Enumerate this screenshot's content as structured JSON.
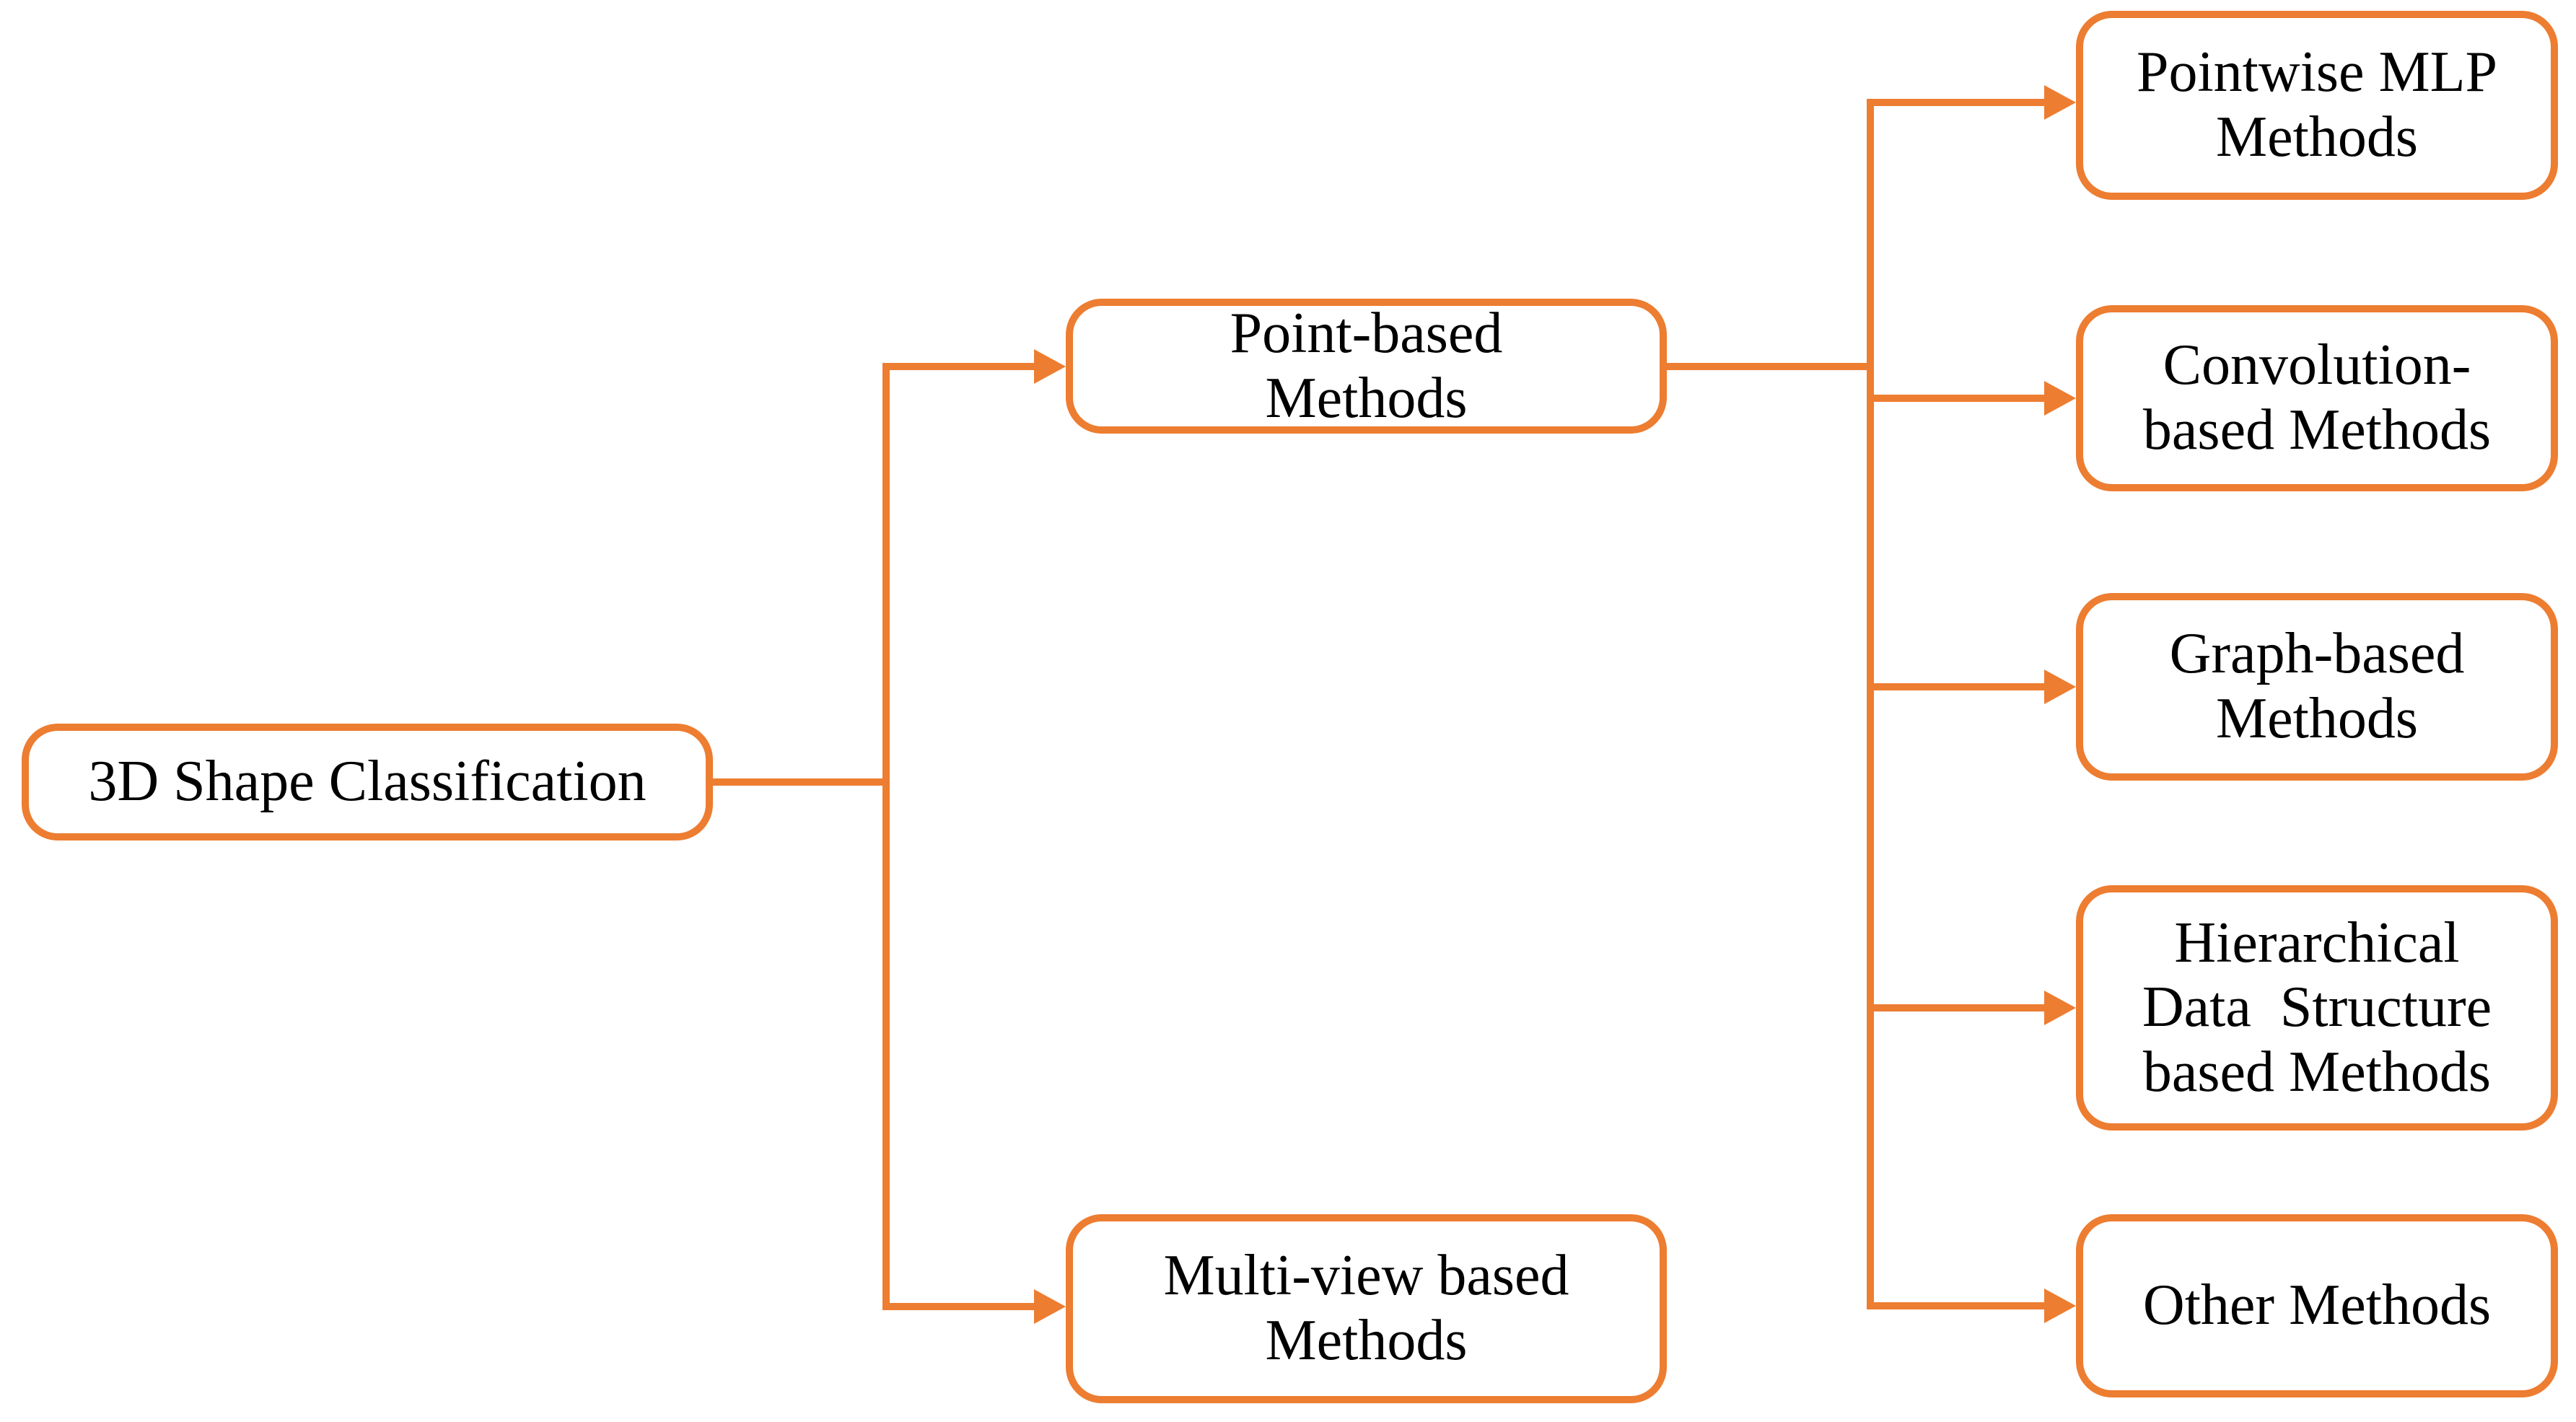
{
  "diagram": {
    "type": "taxonomy-flowchart",
    "accent_color": "#ED7D31",
    "text_color": "#000000",
    "background_color": "#FFFFFF",
    "nodes": {
      "root": {
        "label": "3D Shape Classification"
      },
      "point_based": {
        "label": "Point-based\nMethods"
      },
      "multi_view_based": {
        "label": "Multi-view based\nMethods"
      },
      "pointwise_mlp": {
        "label": "Pointwise MLP\nMethods"
      },
      "convolution_based": {
        "label": "Convolution-\nbased Methods"
      },
      "graph_based": {
        "label": "Graph-based\nMethods"
      },
      "hierarchical_data_structure_based": {
        "label": "Hierarchical\nData  Structure\nbased Methods"
      },
      "other_methods": {
        "label": "Other Methods"
      }
    },
    "edges": [
      {
        "from": "3D Shape Classification",
        "to": "Point-based Methods"
      },
      {
        "from": "3D Shape Classification",
        "to": "Multi-view based Methods"
      },
      {
        "from": "Point-based Methods",
        "to": "Pointwise MLP Methods"
      },
      {
        "from": "Point-based Methods",
        "to": "Convolution-based Methods"
      },
      {
        "from": "Point-based Methods",
        "to": "Graph-based Methods"
      },
      {
        "from": "Point-based Methods",
        "to": "Hierarchical Data Structure based Methods"
      },
      {
        "from": "Point-based Methods",
        "to": "Other Methods"
      }
    ]
  }
}
